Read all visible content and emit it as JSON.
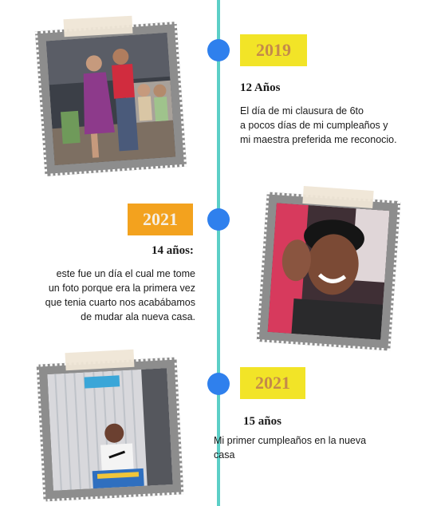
{
  "entries": [
    {
      "year": "2019",
      "heading": "12 Años",
      "lines": [
        "El día de mi clausura de 6to",
        "a pocos días de mi cumpleaños y",
        "mi maestra preferida me reconocio."
      ]
    },
    {
      "year": "2021",
      "heading": "14 años:",
      "lines": [
        "este fue un día el cual me tome",
        "un foto porque era la primera vez",
        "que tenia cuarto nos acabábamos",
        "de mudar ala nueva casa."
      ]
    },
    {
      "year": "2021",
      "heading": "15 años",
      "lines": [
        "Mi primer cumpleaños en la nueva",
        "casa"
      ]
    }
  ],
  "colors": {
    "timeline": "#5ccfc7",
    "dot": "#2f80ed",
    "year_yellow": "#f2e427",
    "year_orange": "#f3a21e"
  },
  "photos": [
    "graduation-photo",
    "selfie-photo",
    "birthday-photo"
  ]
}
